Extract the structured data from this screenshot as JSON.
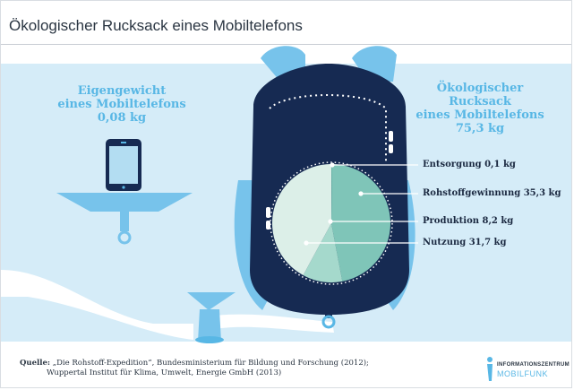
{
  "title": "Ökologischer Rucksack eines Mobiltelefons",
  "own_weight": {
    "line1": "Eigengewicht",
    "line2": "eines Mobiltelefons",
    "line3": "0,08 kg"
  },
  "eco_weight": {
    "line1": "Ökologischer Rucksack",
    "line2": "eines Mobiltelefons",
    "line3": "75,3 kg"
  },
  "callouts": {
    "entsorgung": "Entsorgung 0,1 kg",
    "rohstoff": "Rohstoffgewinnung 35,3 kg",
    "produktion": "Produktion 8,2 kg",
    "nutzung": "Nutzung 31,7 kg"
  },
  "chart_data": {
    "type": "pie",
    "slices": [
      {
        "label": "Entsorgung",
        "value": 0.1
      },
      {
        "label": "Rohstoffgewinnung",
        "value": 35.3
      },
      {
        "label": "Produktion",
        "value": 8.2
      },
      {
        "label": "Nutzung",
        "value": 31.7
      }
    ],
    "unit": "kg",
    "colors": [
      "#5aa79a",
      "#7fc5b8",
      "#a5d9cc",
      "#dcefe8"
    ]
  },
  "footer": {
    "prefix": "Quelle:",
    "line1": " „Die Rohstoff-Expedition“, Bundesministerium für Bildung und Forschung (2012);",
    "line2": "Wuppertal Institut für Klima, Umwelt, Energie GmbH (2013)"
  },
  "logo": {
    "line1": "INFORMATIONSZENTRUM",
    "line2": "MOBILFUNK"
  },
  "colors": {
    "backdrop": "#d5ecf8",
    "accent": "#58b7e5",
    "backpack": "#162a52",
    "straps": "#77c3eb"
  }
}
